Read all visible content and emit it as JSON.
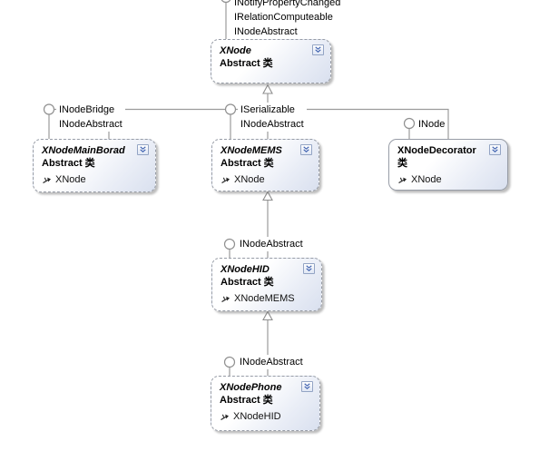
{
  "diagram_type": "class-diagram",
  "classes": [
    {
      "name": "XNode",
      "stereotype": "Abstract 类",
      "abstract": true,
      "members": [],
      "interfaces": [
        "INotifyPropertyChanged",
        "IRelationComputeable",
        "INodeAbstract"
      ]
    },
    {
      "name": "XNodeMainBorad",
      "stereotype": "Abstract 类",
      "abstract": true,
      "members": [
        "XNode"
      ],
      "interfaces": [
        "INodeBridge",
        "INodeAbstract"
      ]
    },
    {
      "name": "XNodeMEMS",
      "stereotype": "Abstract 类",
      "abstract": true,
      "members": [
        "XNode"
      ],
      "interfaces": [
        "ISerializable",
        "INodeAbstract"
      ]
    },
    {
      "name": "XNodeDecorator",
      "stereotype": "类",
      "abstract": false,
      "members": [
        "XNode"
      ],
      "interfaces": [
        "INode"
      ]
    },
    {
      "name": "XNodeHID",
      "stereotype": "Abstract 类",
      "abstract": true,
      "members": [
        "XNodeMEMS"
      ],
      "interfaces": [
        "INodeAbstract"
      ]
    },
    {
      "name": "XNodePhone",
      "stereotype": "Abstract 类",
      "abstract": true,
      "members": [
        "XNodeHID"
      ],
      "interfaces": [
        "INodeAbstract"
      ]
    }
  ],
  "relations": [
    {
      "type": "inheritance",
      "from": "XNodeMEMS",
      "to": "XNode"
    },
    {
      "type": "inheritance",
      "from": "XNodeHID",
      "to": "XNodeMEMS"
    },
    {
      "type": "inheritance",
      "from": "XNodePhone",
      "to": "XNodeHID"
    }
  ],
  "colors": {
    "connector": "#9b9b9b",
    "shape_outline": "#8f8f8f",
    "box_border": "#979ca6",
    "box_fill_bottom": "#d9e0ef",
    "chevron_blue": "#3f62b0",
    "text": "#000000"
  }
}
